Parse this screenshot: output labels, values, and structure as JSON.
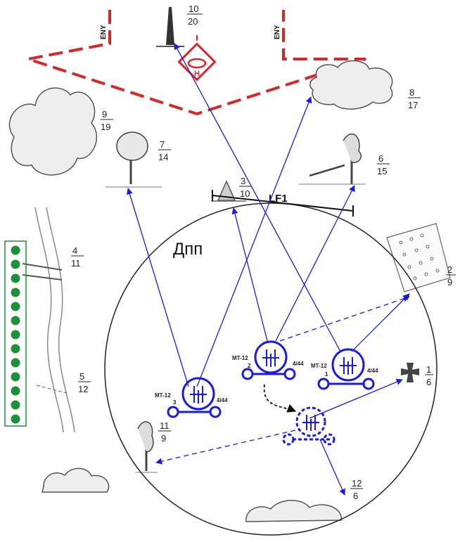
{
  "zone_label": "Дпп",
  "line_label": "LF1",
  "enemy_label": "ENY",
  "landmarks": [
    {
      "num": "1",
      "den": "6"
    },
    {
      "num": "2",
      "den": "9"
    },
    {
      "num": "3",
      "den": "10"
    },
    {
      "num": "4",
      "den": "11"
    },
    {
      "num": "5",
      "den": "12"
    },
    {
      "num": "6",
      "den": "15"
    },
    {
      "num": "7",
      "den": "14"
    },
    {
      "num": "8",
      "den": "17"
    },
    {
      "num": "9",
      "den": "19"
    },
    {
      "num": "10",
      "den": "20"
    },
    {
      "num": "11",
      "den": "9"
    },
    {
      "num": "12",
      "den": "6"
    }
  ],
  "guns": [
    {
      "type": "MT-12",
      "index": "3",
      "ammo": "4/44"
    },
    {
      "type": "MT-12",
      "index": "2",
      "ammo": "4/44"
    },
    {
      "type": "MT-12",
      "index": "1",
      "ammo": "4/44"
    }
  ],
  "colors": {
    "friendly": "#1a1ae6",
    "enemy": "#d62828",
    "dots": "#1e8f3a",
    "sketch": "#555555"
  }
}
